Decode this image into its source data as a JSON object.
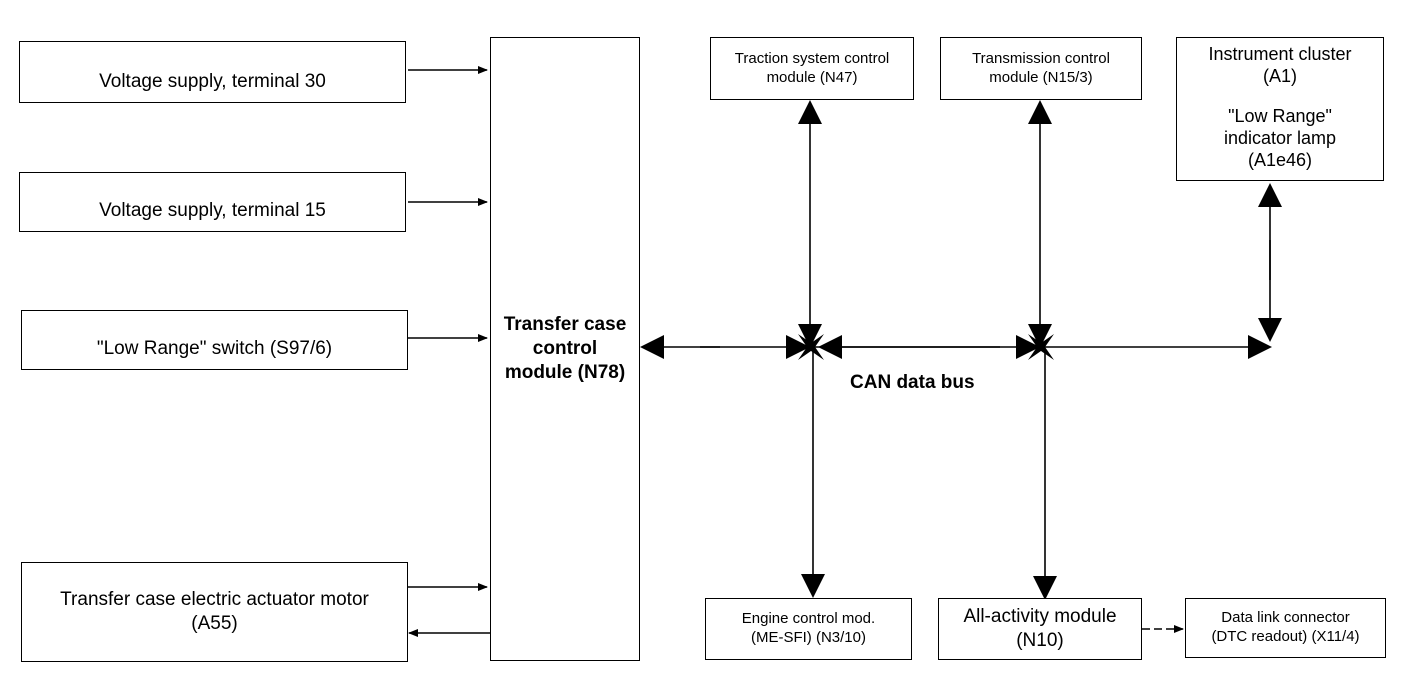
{
  "blocks": {
    "voltage_30": "Voltage supply, terminal 30",
    "voltage_15": "Voltage supply, terminal 15",
    "low_range_switch": "\"Low Range\" switch (S97/6)",
    "actuator_motor": [
      "Transfer case electric actuator motor",
      "(A55)"
    ],
    "transfer_case_module": [
      "Transfer case",
      "control",
      "module (N78)"
    ],
    "traction_module": [
      "Traction system control",
      "module (N47)"
    ],
    "transmission_module": [
      "Transmission control",
      "module (N15/3)"
    ],
    "instrument_cluster": [
      "Instrument cluster",
      "(A1)",
      "",
      "\"Low Range\"",
      "indicator lamp",
      "(A1e46)"
    ],
    "engine_module": [
      "Engine control mod.",
      "(ME-SFI) (N3/10)"
    ],
    "all_activity_module": [
      "All-activity module",
      "(N10)"
    ],
    "data_link_connector": [
      "Data link connector",
      "(DTC readout) (X11/4)"
    ]
  },
  "bus_label": "CAN data bus"
}
